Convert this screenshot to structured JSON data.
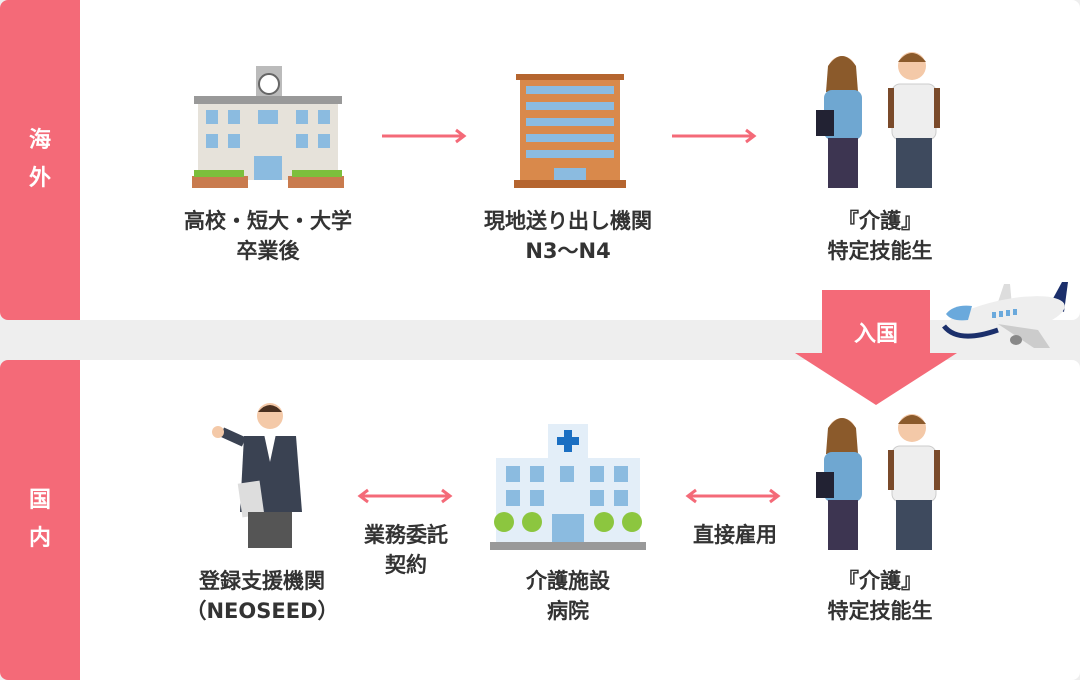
{
  "overseas": {
    "label_chars": [
      "海",
      "外"
    ],
    "steps": [
      {
        "line1": "高校・短大・大学",
        "line2": "卒業後"
      },
      {
        "line1": "現地送り出し機関",
        "line2": "N3〜N4"
      },
      {
        "line1": "『介護』",
        "line2": "特定技能生"
      }
    ]
  },
  "entry": {
    "label": "入国"
  },
  "domestic": {
    "label_chars": [
      "国",
      "内"
    ],
    "steps": [
      {
        "line1": "登録支援機関",
        "line2": "（NEOSEED）"
      },
      {
        "line1": "介護施設",
        "line2": "病院"
      },
      {
        "line1": "『介護』",
        "line2": "特定技能生"
      }
    ],
    "relations": [
      {
        "line1": "業務委託",
        "line2": "契約"
      },
      {
        "line1": "直接雇用"
      }
    ]
  },
  "colors": {
    "accent": "#f46a78",
    "bg": "#eeeeee"
  }
}
